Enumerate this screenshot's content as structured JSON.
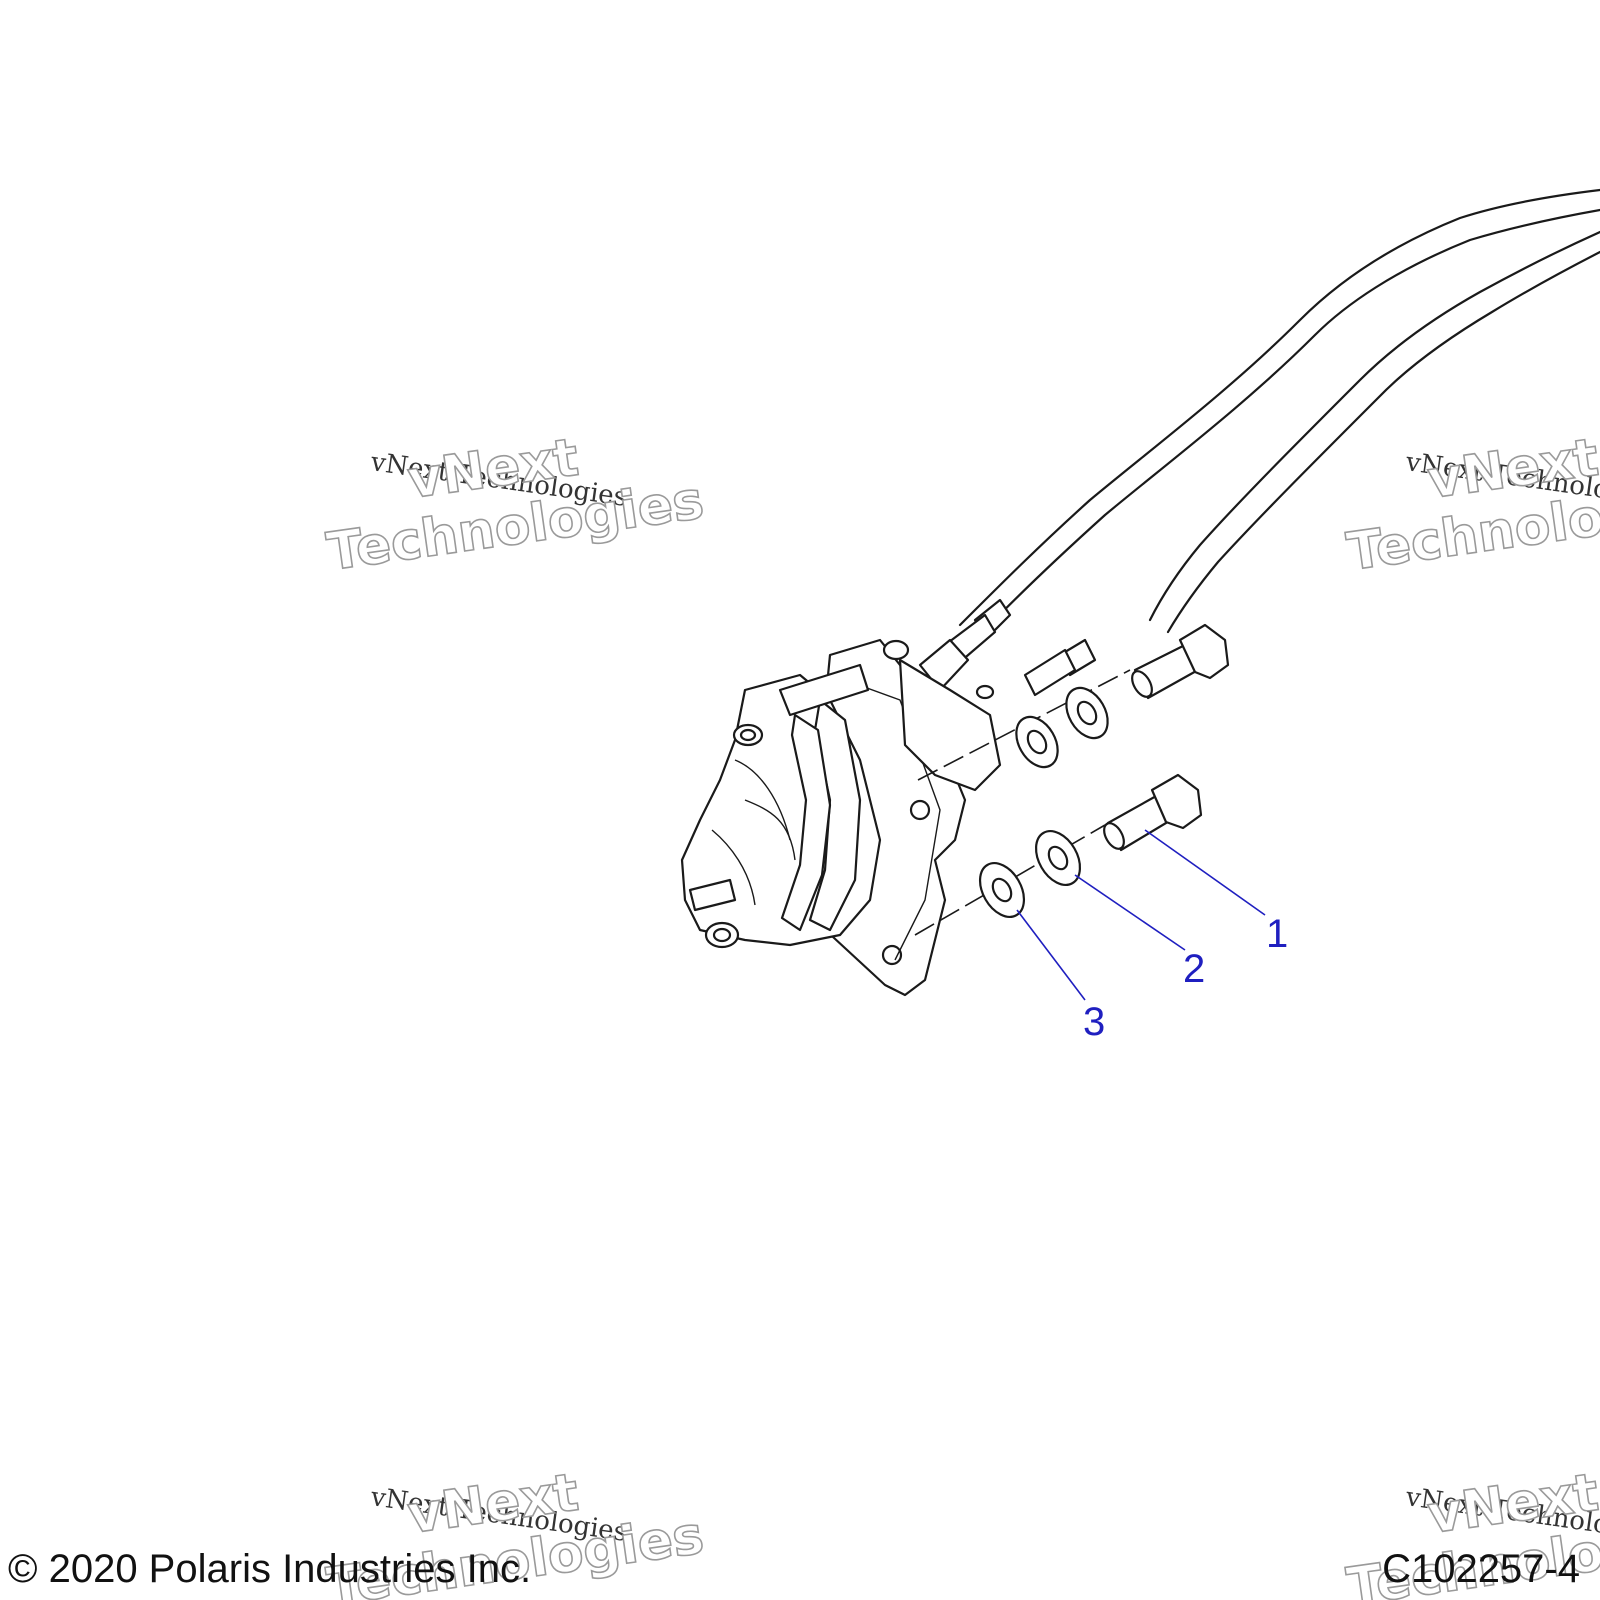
{
  "callouts": [
    {
      "number": "1",
      "part": "bolt"
    },
    {
      "number": "2",
      "part": "washer"
    },
    {
      "number": "3",
      "part": "washer"
    }
  ],
  "watermark": {
    "small": "vNext Technologies",
    "big_line1": "vNext",
    "big_line2": "Technologies"
  },
  "footer": {
    "copyright": "© 2020 Polaris Industries Inc.",
    "figure_id": "C102257-4"
  },
  "colors": {
    "line_art": "#1a1a1a",
    "callout": "#1f1fc0",
    "background": "#ffffff"
  }
}
